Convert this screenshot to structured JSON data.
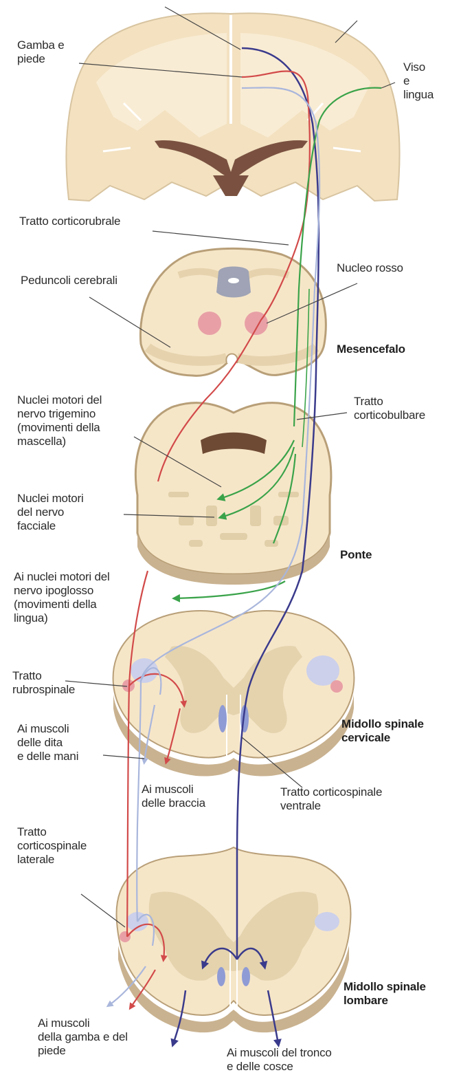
{
  "labels": {
    "gamba_piede": "Gamba e\npiede",
    "viso_lingua": "Viso\ne\nlingua",
    "tratto_corticorubrale": "Tratto corticorubrale",
    "peduncoli_cerebrali": "Peduncoli cerebrali",
    "nucleo_rosso": "Nucleo rosso",
    "mesencefalo": "Mesencefalo",
    "nuclei_trigemino": "Nuclei motori del\nnervo trigemino\n(movimenti della\nmascella)",
    "tratto_corticobulbare": "Tratto\ncorticobulbare",
    "nuclei_facciale": "Nuclei motori\ndel nervo\nfacciale",
    "ponte": "Ponte",
    "nuclei_ipoglosso": "Ai nuclei motori del\nnervo ipoglosso\n(movimenti della\nlingua)",
    "tratto_rubrospinale": "Tratto\nrubrospinale",
    "muscoli_dita": "Ai muscoli\ndelle dita\ne delle mani",
    "midollo_cervicale": "Midollo spinale\ncervicale",
    "muscoli_braccia": "Ai muscoli\ndelle braccia",
    "tratto_corticospinale_ventrale": "Tratto corticospinale\nventrale",
    "tratto_corticospinale_laterale": "Tratto\ncorticospinale\nlaterale",
    "midollo_lombare": "Midollo spinale\nlombare",
    "muscoli_gamba": "Ai muscoli\ndella gamba e del\npiede",
    "muscoli_tronco": "Ai muscoli del tronco\ne delle cosce"
  },
  "colors": {
    "tissue": "#f6e6c8",
    "tissue_edge": "#cdb58e",
    "grey_matter": "#ddcda7",
    "ventricle": "#6e4a34",
    "red_tract": "#d24a4a",
    "green_tract": "#3aa34a",
    "navy_tract": "#3a3a8c",
    "light_blue_tract": "#a9b6dc",
    "red_nucleus": "#e8a0a6"
  }
}
